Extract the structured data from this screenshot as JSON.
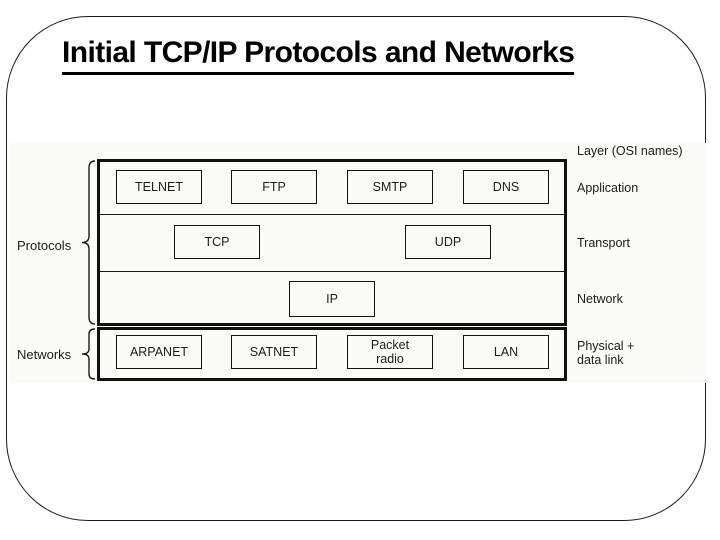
{
  "slide": {
    "title": "Initial TCP/IP Protocols and Networks"
  },
  "figure": {
    "legend_title": "Layer (OSI names)",
    "group_labels": {
      "protocols": "Protocols",
      "networks": "Networks"
    },
    "layer_labels": [
      "Application",
      "Transport",
      "Network",
      "Physical +\ndata link"
    ],
    "application_boxes": [
      "TELNET",
      "FTP",
      "SMTP",
      "DNS"
    ],
    "transport_boxes": [
      "TCP",
      "UDP"
    ],
    "network_boxes": [
      "IP"
    ],
    "physical_boxes": [
      "ARPANET",
      "SATNET",
      "Packet\nradio",
      "LAN"
    ],
    "colors": {
      "line": "#111111",
      "text": "#1c1c1c",
      "figure_background": "#fbfbf7",
      "slide_background": "#ffffff"
    }
  }
}
